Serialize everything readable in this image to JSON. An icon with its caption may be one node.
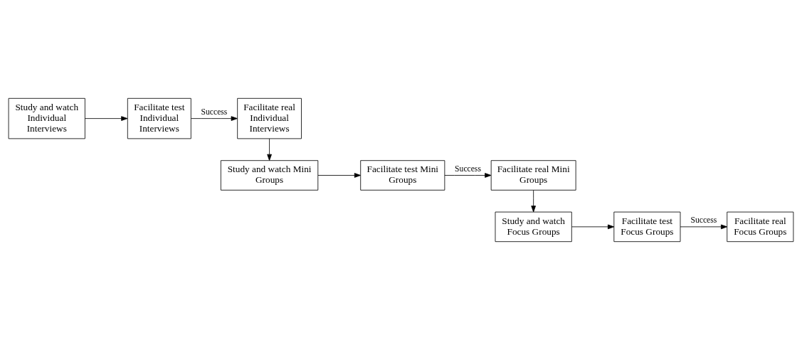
{
  "diagram": {
    "nodes": [
      {
        "text": [
          "Study and watch Individual Interviews"
        ]
      },
      {
        "text": [
          "Facilitate test Individual Interviews"
        ]
      },
      {
        "text": [
          "Facilitate real Individual Interviews"
        ]
      },
      {
        "text": [
          "Study and watch Mini Groups"
        ]
      },
      {
        "text": [
          "Facilitate test Mini Groups"
        ]
      },
      {
        "text": [
          "Facilitate real Mini Groups"
        ]
      },
      {
        "text": [
          "Study and watch Focus Groups"
        ]
      },
      {
        "text": [
          "Facilitate test Focus Groups"
        ]
      },
      {
        "text": [
          "Facilitate real Focus Groups"
        ]
      }
    ],
    "edges": [
      {
        "from": 0,
        "to": 1,
        "arrow": "to"
      },
      {
        "from": 1,
        "to": 2,
        "arrow": "to",
        "label": "Success"
      },
      {
        "from": 2,
        "to": 3,
        "arrow": "to"
      },
      {
        "from": 3,
        "to": 4,
        "arrow": "to"
      },
      {
        "from": 4,
        "to": 5,
        "arrow": "to",
        "label": "Success"
      },
      {
        "from": 5,
        "to": 6,
        "arrow": "to"
      },
      {
        "from": 6,
        "to": 7,
        "arrow": "to"
      },
      {
        "from": 7,
        "to": 8,
        "arrow": "to",
        "label": "Success"
      }
    ]
  }
}
